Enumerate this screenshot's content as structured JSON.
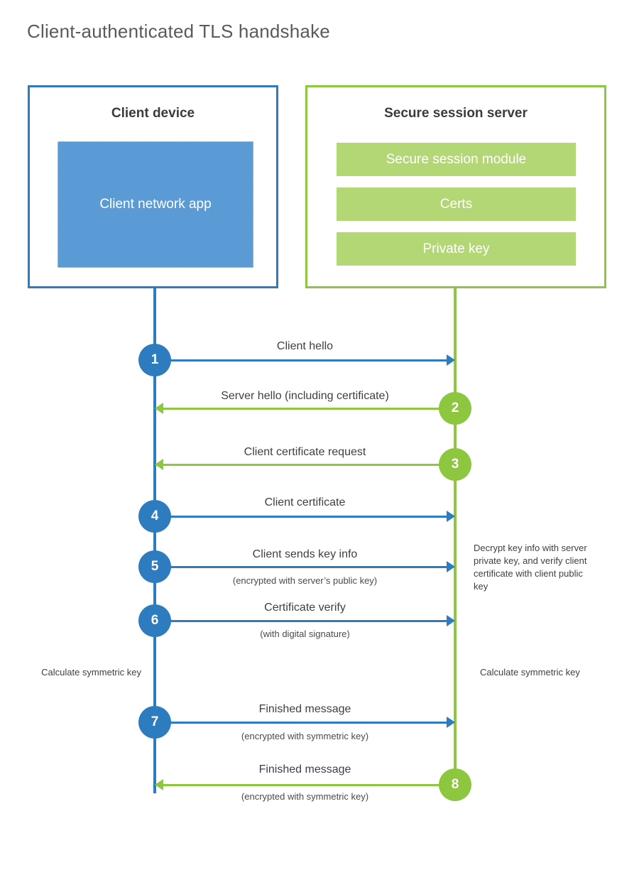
{
  "title": "Client-authenticated TLS handshake",
  "colors": {
    "client_blue": "#2E7CC0",
    "client_app_blue": "#5B9BD5",
    "server_green": "#8DC63F",
    "server_bar_green": "#B4D776",
    "title_gray": "#5A5A5A",
    "text_gray": "#3F3F3F"
  },
  "client": {
    "title": "Client device",
    "app_label": "Client network app"
  },
  "server": {
    "title": "Secure session server",
    "modules": [
      {
        "label": "Secure session module"
      },
      {
        "label": "Certs"
      },
      {
        "label": "Private key"
      }
    ]
  },
  "steps": [
    {
      "number": "1",
      "label": "Client hello",
      "sub": "",
      "direction": "right",
      "color": "blue"
    },
    {
      "number": "2",
      "label": "Server hello (including certificate)",
      "sub": "",
      "direction": "left",
      "color": "green"
    },
    {
      "number": "3",
      "label": "Client certificate request",
      "sub": "",
      "direction": "left",
      "color": "green"
    },
    {
      "number": "4",
      "label": "Client certificate",
      "sub": "",
      "direction": "right",
      "color": "blue"
    },
    {
      "number": "5",
      "label": "Client sends key info",
      "sub": "(encrypted with server’s public key)",
      "direction": "right",
      "color": "blue"
    },
    {
      "number": "6",
      "label": "Certificate verify",
      "sub": "(with digital signature)",
      "direction": "right",
      "color": "blue"
    },
    {
      "number": "7",
      "label": "Finished message",
      "sub": "(encrypted with symmetric key)",
      "direction": "right",
      "color": "blue"
    },
    {
      "number": "8",
      "label": "Finished message",
      "sub": "(encrypted with symmetric key)",
      "direction": "left",
      "color": "green"
    }
  ],
  "annotations": {
    "server_decrypt": "Decrypt key info with server private key, and verify client certificate with client public key",
    "client_calculate": "Calculate symmetric key",
    "server_calculate": "Calculate symmetric key"
  }
}
